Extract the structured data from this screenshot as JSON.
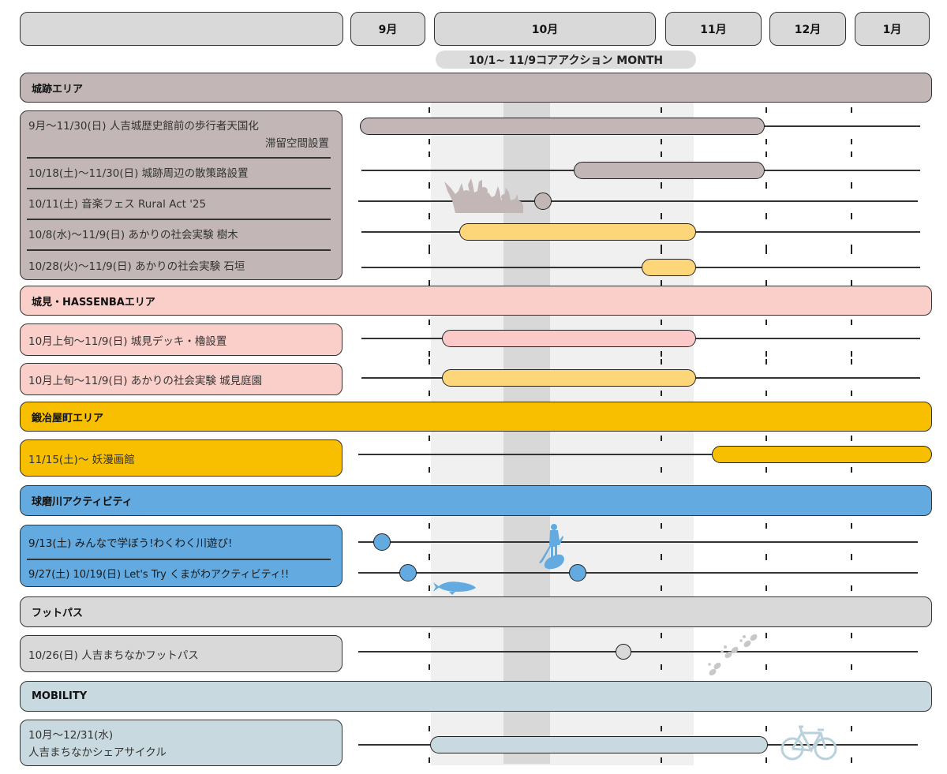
{
  "header": {
    "label_cell": "",
    "months": [
      "9月",
      "10月",
      "11月",
      "12月",
      "1月"
    ],
    "core_action": "10/1~ 11/9コアアクション MONTH"
  },
  "colors": {
    "castle": "#c2b6b7",
    "hassenba": "#facfca",
    "hassenba_bar": "#fcc9c9",
    "akari": "#fdd67a",
    "kajiya": "#f8be00",
    "kuma": "#62aadf",
    "footpath": "#d9d9d9",
    "mobility": "#c8d9df",
    "band_light": "#f0f0f0",
    "band_dark": "#d8d8d8"
  },
  "areas": [
    {
      "title": "城跡エリア",
      "events": [
        {
          "lines": [
            "9月〜11/30(日) 人吉城歴史館前の歩行者天国化",
            "滞留空間設置"
          ]
        },
        {
          "lines": [
            "10/18(土)〜11/30(日) 城跡周辺の散策路設置"
          ]
        },
        {
          "lines": [
            "10/11(土) 音楽フェス Rural Act '25"
          ]
        },
        {
          "lines": [
            "10/8(水)〜11/9(日) あかりの社会実験 樹木"
          ]
        },
        {
          "lines": [
            "10/28(火)〜11/9(日)  あかりの社会実験 石垣"
          ]
        }
      ]
    },
    {
      "title": "城見・HASSENBAエリア",
      "events": [
        {
          "lines": [
            "10月上旬〜11/9(日) 城見デッキ・櫓設置"
          ]
        },
        {
          "lines": [
            "10月上旬〜11/9(日) あかりの社会実験 城見庭園"
          ]
        }
      ]
    },
    {
      "title": "鍛冶屋町エリア",
      "events": [
        {
          "lines": [
            "11/15(土)〜  妖漫画館"
          ]
        }
      ]
    },
    {
      "title": "球磨川アクティビティ",
      "events": [
        {
          "lines": [
            "9/13(土) みんなで学ぼう!わくわく川遊び!"
          ]
        },
        {
          "lines": [
            "9/27(土) 10/19(日) Let's Try くまがわアクティビティ!!"
          ]
        }
      ]
    },
    {
      "title": "フットパス",
      "events": [
        {
          "lines": [
            "10/26(日) 人吉まちなかフットパス"
          ]
        }
      ]
    },
    {
      "title": "MOBILITY",
      "events": [
        {
          "lines": [
            "10月〜12/31(水)",
            "人吉まちなかシェアサイクル"
          ]
        }
      ]
    }
  ],
  "icons": [
    "crowd-icon",
    "paddleboard-icon",
    "fish-icon",
    "footprints-icon",
    "bicycle-icon"
  ]
}
